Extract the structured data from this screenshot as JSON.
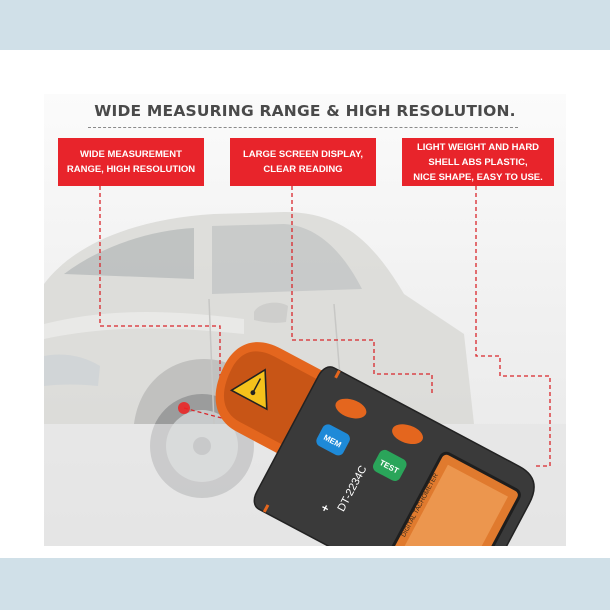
{
  "banner": {
    "title": "WIDE MEASURING RANGE & HIGH RESOLUTION.",
    "labels": [
      "WIDE MEASUREMENT\nRANGE, HIGH RESOLUTION",
      "LARGE SCREEN DISPLAY,\nCLEAR READING",
      "LIGHT WEIGHT AND HARD\nSHELL ABS PLASTIC,\nNICE SHAPE, EASY TO USE."
    ]
  },
  "device": {
    "model": "DT-2234C",
    "model_suffix": "+",
    "screen_text": "DIGITAL TACHOMETER",
    "mem_label": "MEM",
    "test_label": "TEST"
  },
  "colors": {
    "label_red": "#e8242b",
    "device_body": "#3a3a3a",
    "device_orange": "#e4661e",
    "screen_orange": "#e07a2e",
    "mem_blue": "#1e8ad8",
    "test_green": "#2aa55a"
  },
  "icons": {
    "laser_warning": "laser-warning-icon"
  }
}
